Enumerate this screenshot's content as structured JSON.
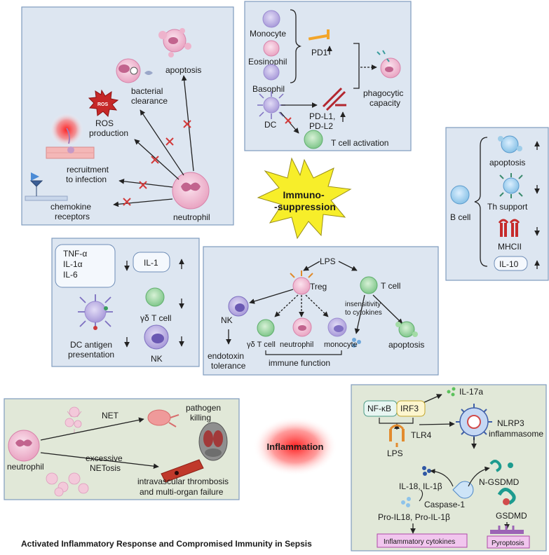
{
  "colors": {
    "panel_blue": "#dde6f1",
    "panel_green": "#e1e8d8",
    "panel_border": "#7f9bbf",
    "cytokine_box": "#f1c6ee",
    "cytokine_box_border": "#b048a8",
    "star": "#f7ee2a",
    "inflammation_glow": "#ff2a2a",
    "block_x": "#d23a3a"
  },
  "neutrophil_panel": {
    "apoptosis": "apoptosis",
    "bacterial_clearance": "bacterial\nclearance",
    "ros_badge": "ROS",
    "ros_production": "ROS\nproduction",
    "recruitment": "recruitment\nto infection",
    "chemokine_receptors": "chemokine\nreceptors",
    "neutrophil": "neutrophil"
  },
  "innate_panel": {
    "monocyte": "Monocyte",
    "eosinophil": "Eosinophil",
    "basophil": "Basophil",
    "pd1": "PD1",
    "phagocytic_capacity": "phagocytic\ncapacity",
    "dc": "DC",
    "pdl": "PD-L1,\nPD-L2",
    "t_cell_activation": "T cell activation"
  },
  "bcell_panel": {
    "apoptosis": "apoptosis",
    "th_support": "Th support",
    "b_cell": "B cell",
    "mhcii": "MHCII",
    "il10": "IL-10"
  },
  "immunosuppression": "Immuno-\n-suppression",
  "cytokine_panel": {
    "cytokines": "TNF-α\nIL-1α\nIL-6",
    "il1": "IL-1",
    "gd_t_cell": "γδ T cell",
    "dc_antigen": "DC antigen\npresentation",
    "nk": "NK"
  },
  "treg_panel": {
    "lps": "LPS",
    "treg": "Treg",
    "t_cell": "T cell",
    "insensitivity": "insensitivity\nto cytokines",
    "nk": "NK",
    "gd_t_cell": "γδ T cell",
    "neutrophil": "neutrophil",
    "monocyte": "monocyte",
    "apoptosis": "apoptosis",
    "endotoxin_tolerance": "endotoxin\ntolerance",
    "immune_function": "immune function"
  },
  "net_panel": {
    "net": "NET",
    "pathogen_killing": "pathogen\nkilling",
    "neutrophil": "neutrophil",
    "excessive_netosis": "excessive\nNETosis",
    "thrombosis": "intravascular thrombosis\nand multi-organ failure"
  },
  "inflammation": "Inflammation",
  "pyroptosis_panel": {
    "il17a": "IL-17a",
    "nfkb": "NF-κB",
    "irf3": "IRF3",
    "tlr4": "TLR4",
    "nlrp3": "NLRP3\ninflammasome",
    "lps": "LPS",
    "il18_il1b": "IL-18, IL-1β",
    "n_gsdmd": "N-GSDMD",
    "caspase1": "Caspase-1",
    "gsdmd": "GSDMD",
    "pro_cytokines": "Pro-IL18, Pro-IL-1β",
    "inflammatory_cytokines": "Inflammatory cytokines",
    "pyroptosis": "Pyroptosis"
  },
  "caption": "Activated Inflammatory Response and Compromised Immunity in Sepsis"
}
